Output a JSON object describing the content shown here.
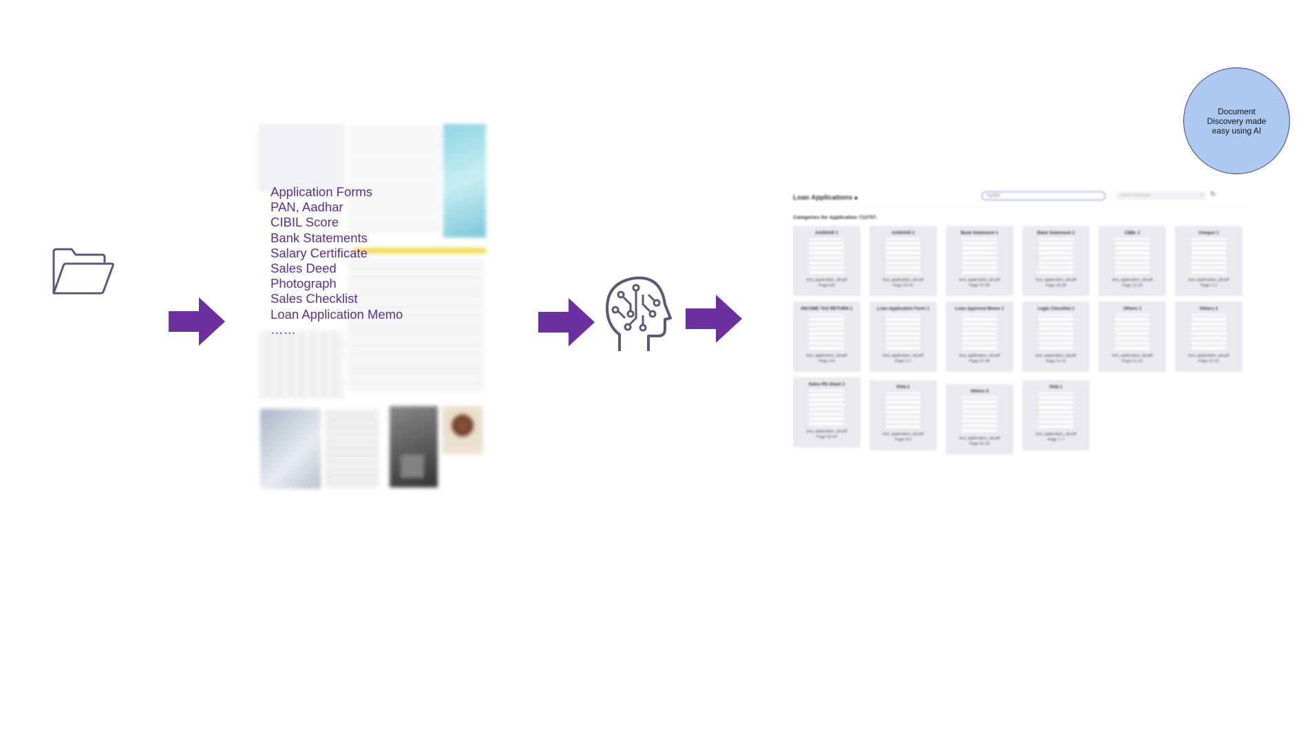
{
  "document_types": [
    "Application Forms",
    "PAN, Aadhar",
    "CIBIL Score",
    "Bank Statements",
    "Salary Certificate",
    "Sales Deed",
    "Photograph",
    "Sales Checklist",
    "Loan Application Memo",
    "……"
  ],
  "ui": {
    "title": "Loan Applications",
    "search_value": "712757",
    "select_placeholder": "Select Categories",
    "categories_heading": "Categories for Application 712757.",
    "cards": [
      {
        "title": "AADHAR 1",
        "file": "test_application_all.pdf",
        "pages": "Page 8-8"
      },
      {
        "title": "AADHAR 2",
        "file": "test_application_all.pdf",
        "pages": "Page 10-10"
      },
      {
        "title": "Bank Statement 1",
        "file": "test_application_all.pdf",
        "pages": "Page 27-30"
      },
      {
        "title": "Bank Statement 2",
        "file": "test_application_all.pdf",
        "pages": "Page 32-36"
      },
      {
        "title": "CIBIL 1",
        "file": "test_application_all.pdf",
        "pages": "Page 12-20"
      },
      {
        "title": "Cheque 1",
        "file": "test_application_all.pdf",
        "pages": "Page 2-2"
      },
      {
        "title": "INCOME TAX RETURN 1",
        "file": "test_application_all.pdf",
        "pages": "Page 3-6"
      },
      {
        "title": "Loan Application Form 1",
        "file": "test_application_all.pdf",
        "pages": "Page 1-1"
      },
      {
        "title": "Loan Approval Memo 1",
        "file": "test_application_all.pdf",
        "pages": "Page 37-46"
      },
      {
        "title": "Login Checklist 1",
        "file": "test_application_all.pdf",
        "pages": "Page 11-11"
      },
      {
        "title": "Others 1",
        "file": "test_application_all.pdf",
        "pages": "Page 21-21"
      },
      {
        "title": "Others 2",
        "file": "test_application_all.pdf",
        "pages": "Page 22-22"
      },
      {
        "title": "Sales PD Sheet 1",
        "file": "test_application_all.pdf",
        "pages": "Page 23-24"
      },
      {
        "title": "PAN 2",
        "file": "test_application_all.pdf",
        "pages": "Page 9-9"
      },
      {
        "title": "Others 5",
        "file": "test_application_all.pdf",
        "pages": "Page 31-31"
      },
      {
        "title": "PAN 1",
        "file": "test_application_all.pdf",
        "pages": "Page 7-7"
      }
    ]
  },
  "badge_text": "Document Discovery made easy using AI",
  "colors": {
    "arrow": "#6b2fa0",
    "list_text": "#5a2d9a",
    "icon_stroke": "#5e5577",
    "badge_fill": "#aec9ef"
  },
  "icons": [
    "folder-open-icon",
    "ai-brain-icon",
    "folder-icon",
    "refresh-icon"
  ]
}
